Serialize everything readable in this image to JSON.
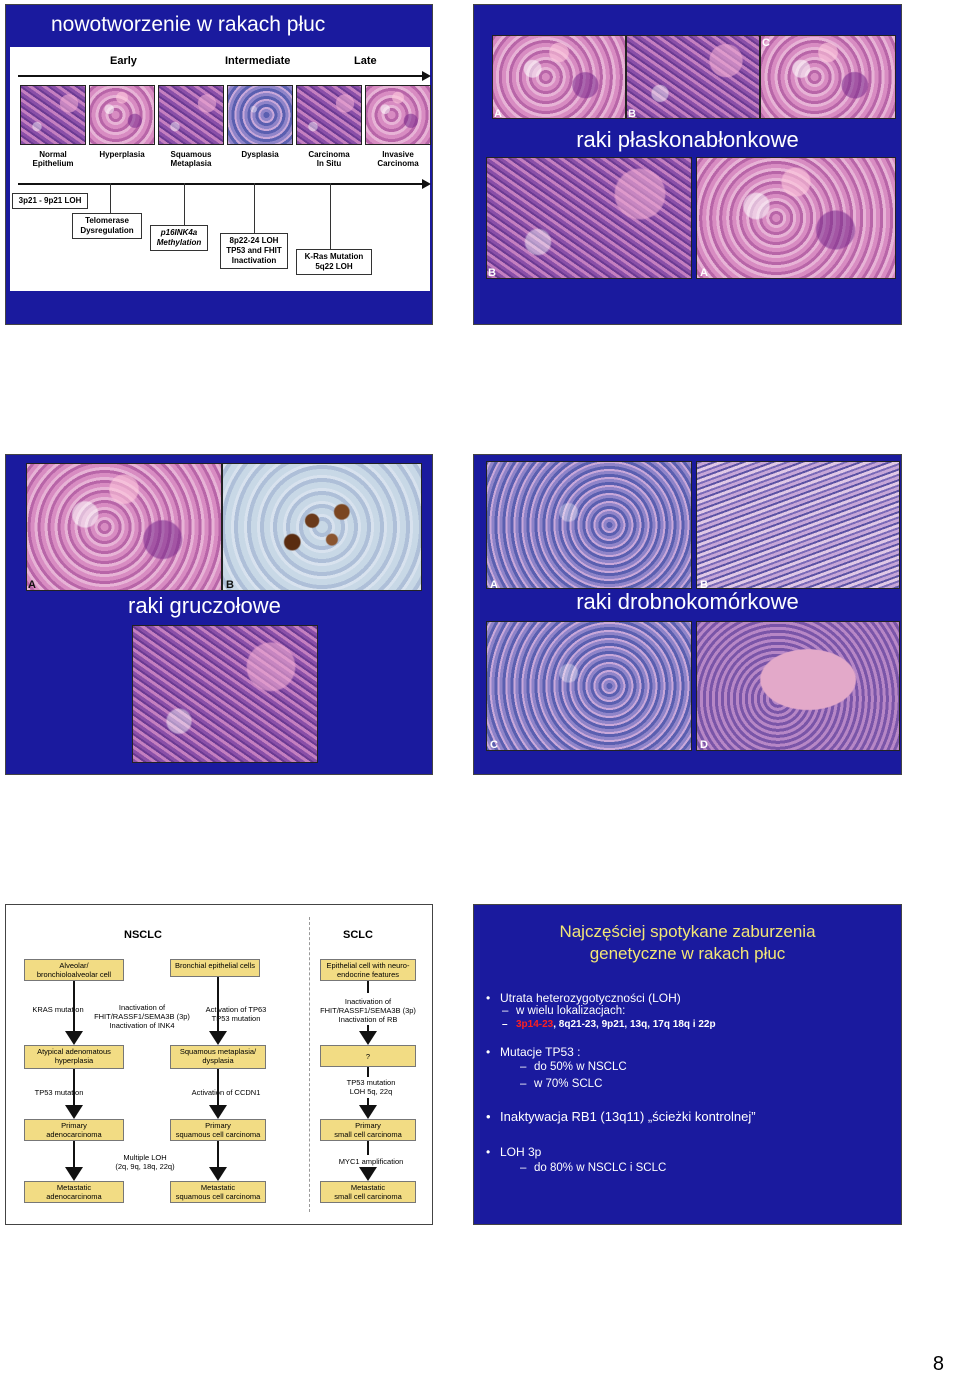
{
  "slide1": {
    "title": "nowotworzenie w rakach płuc",
    "stages": [
      "Early",
      "Intermediate",
      "Late"
    ],
    "tile_labels": [
      "Normal\nEpithelium",
      "Hyperplasia",
      "Squamous\nMetaplasia",
      "Dysplasia",
      "Carcinoma\nIn Situ",
      "Invasive\nCarcinoma"
    ],
    "events": {
      "loh": "3p21 - 9p21 LOH",
      "telomerase": "Telomerase\nDysregulation",
      "p16": "p16INK4a\nMethylation",
      "tp53": "8p22-24 LOH\nTP53 and FHIT\nInactivation",
      "kras": "K-Ras Mutation\n5q22 LOH"
    }
  },
  "slide2": {
    "title": "raki płaskonabłonkowe",
    "panels": [
      "A",
      "B",
      "C",
      "B",
      "A"
    ]
  },
  "slide3": {
    "title": "raki gruczołowe",
    "panels": [
      "A",
      "B"
    ]
  },
  "slide4": {
    "title": "raki drobnokomórkowe",
    "panels": [
      "A",
      "B",
      "C",
      "D"
    ]
  },
  "slide5": {
    "nsclc": "NSCLC",
    "sclc": "SCLC",
    "col1": {
      "origin": "Alveolar/\nbronchioloalveolar cell",
      "event1": "KRAS mutation",
      "stage": "Atypical adenomatous\nhyperplasia",
      "event2": "TP53 mutation",
      "primary": "Primary\nadenocarcinoma",
      "metastatic": "Metastatic\nadenocarcinoma"
    },
    "mid": {
      "event1": "Inactivation of\nFHIT/RASSF1/SEMA3B (3p)\nInactivation of INK4",
      "event2": "Multiple LOH\n(2q, 9q, 18q, 22q)"
    },
    "col2": {
      "origin": "Bronchial epithelial cells",
      "event1": "Activation of TP63\nTP53 mutation",
      "stage": "Squamous metaplasia/\ndysplasia",
      "event2": "Activation of CCDN1",
      "primary": "Primary\nsquamous cell carcinoma",
      "metastatic": "Metastatic\nsquamous cell carcinoma"
    },
    "col3": {
      "origin": "Epithelial cell with neuro-\nendocrine features",
      "event1": "Inactivation of\nFHIT/RASSF1/SEMA3B (3p)\nInactivation of RB",
      "stage": "?",
      "event2": "TP53 mutation\nLOH 5q, 22q",
      "primary": "Primary\nsmall cell carcinoma",
      "event3": "MYC1 amplification",
      "metastatic": "Metastatic\nsmall cell carcinoma"
    }
  },
  "slide6": {
    "title": "Najczęściej spotykane zaburzenia\ngenetyczne w rakach płuc",
    "b1_a": "Utrata heterozygotyczności (LOH)",
    "b1_b": "w wielu lokalizacjach:",
    "b1_red": "3p14-23",
    "b1_rest": ", 8q21-23, 9p21, 13q, 17q 18q i 22p",
    "b2": "Mutacje TP53 :",
    "b2_s1": "do 50% w NSCLC",
    "b2_s2": "w 70% SCLC",
    "b3": "Inaktywacja RB1 (13q11) „ścieżki kontrolnej”",
    "b4": "LOH 3p",
    "b4_s1": "do 80% w NSCLC i SCLC"
  },
  "page_number": "8",
  "colors": {
    "slide_bg": "#1a1a9e",
    "title_yellow": "#f2e676",
    "highlight_red": "#ff2020",
    "flow_box": "#f2dc84"
  }
}
